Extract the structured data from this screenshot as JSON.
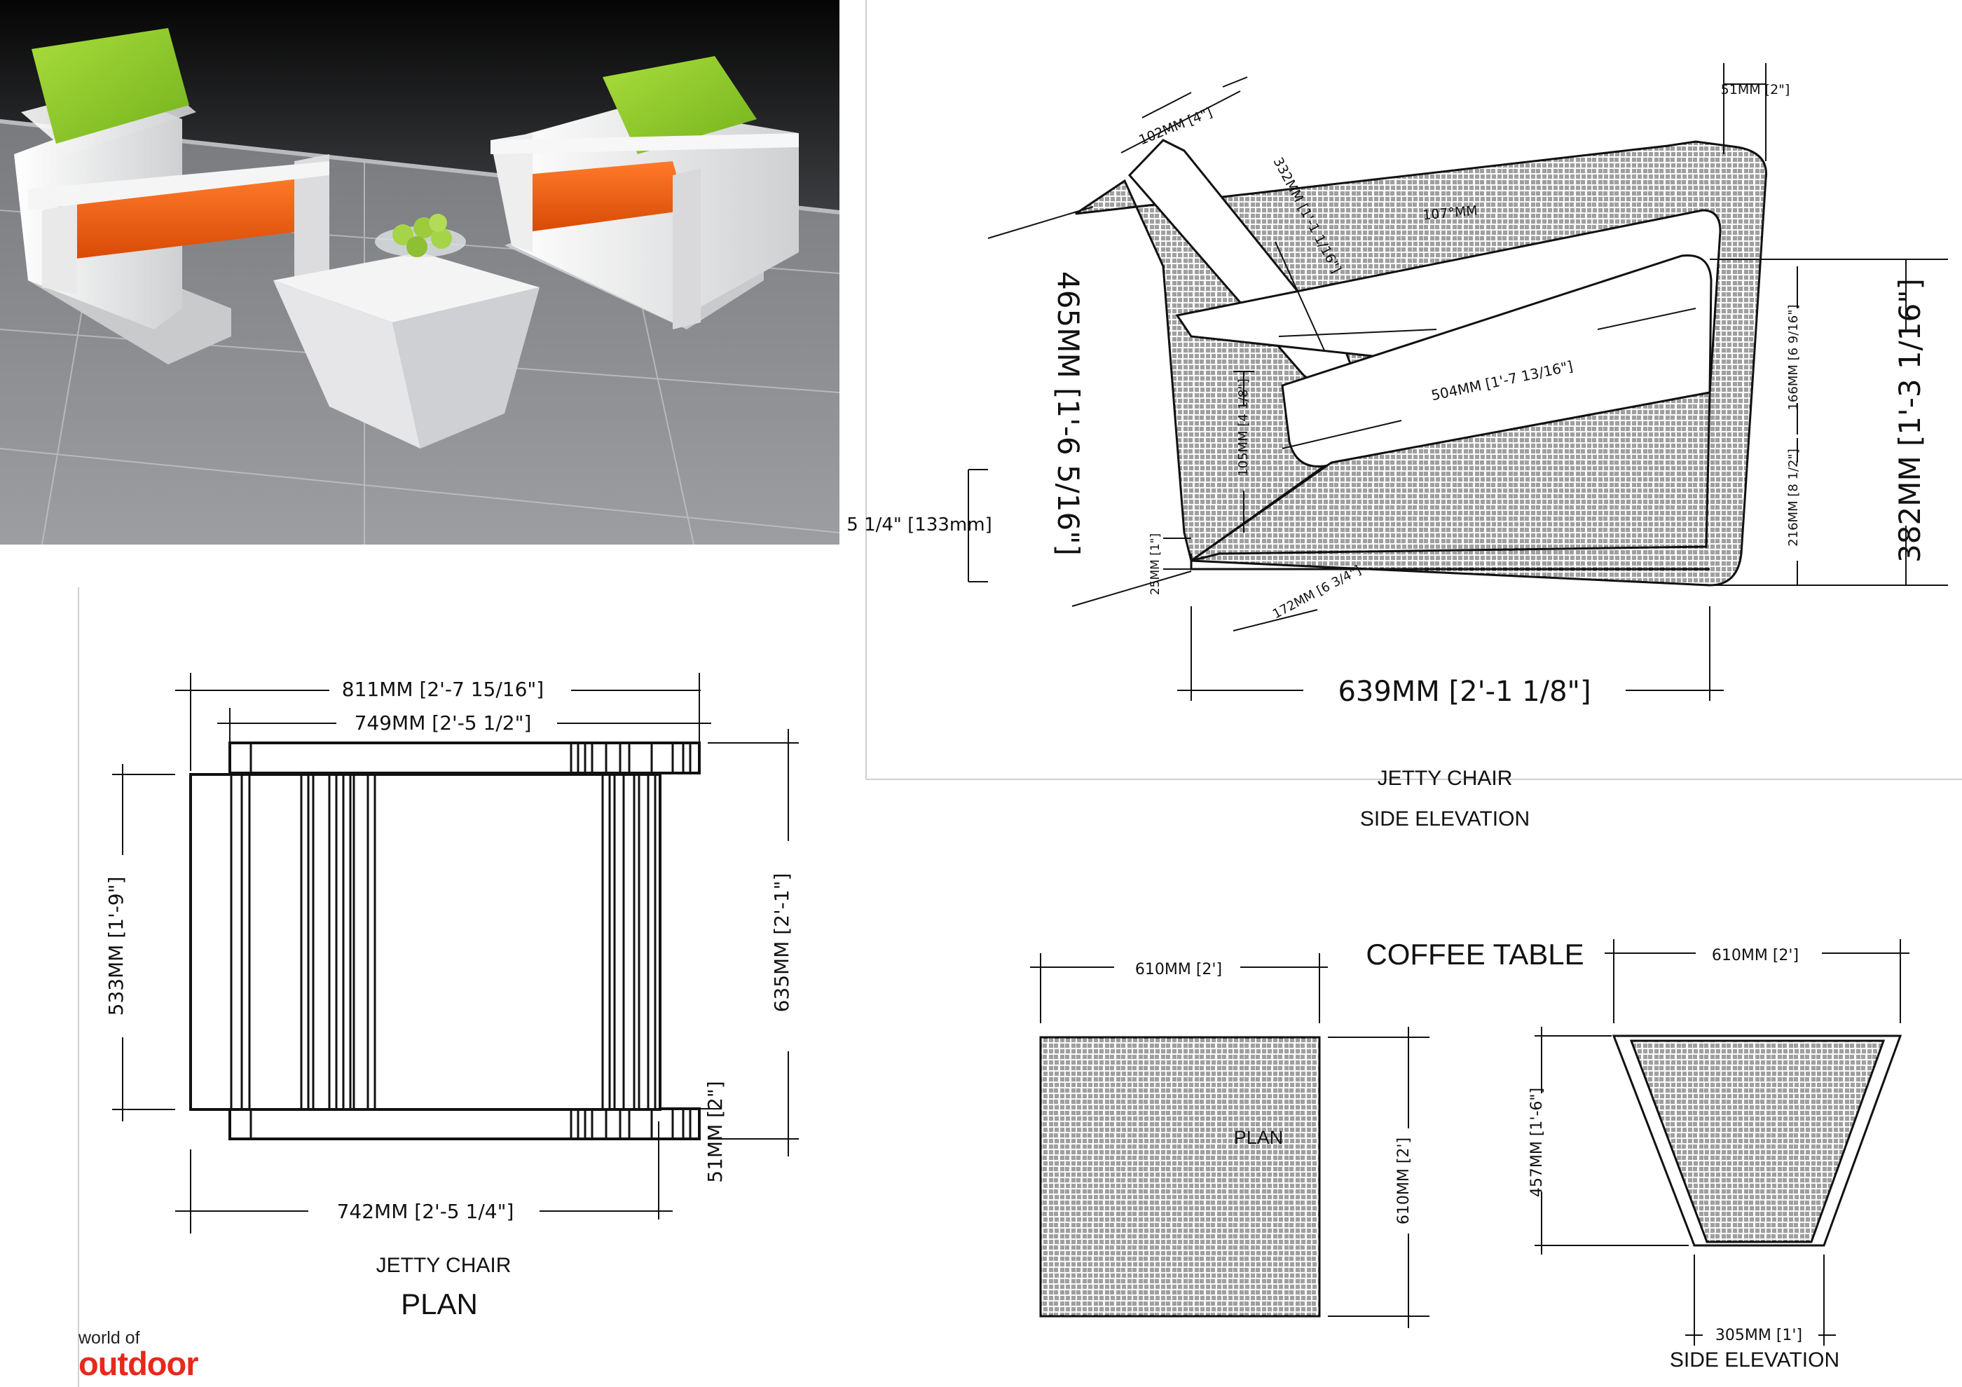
{
  "render": {
    "colors": {
      "cushion_seat": "#f25b12",
      "cushion_back": "#8fcd2a",
      "frame": "#f2f2f2",
      "floor": "#8d8f93",
      "wall": "#000000",
      "apples": "#a6d448"
    }
  },
  "side_elevation": {
    "title_line1": "JETTY CHAIR",
    "title_line2": "SIDE ELEVATION",
    "dims": {
      "d102": "102MM [4\"]",
      "d51": "51MM [2\"]",
      "d332": "332MM [1'-1 1/16\"]",
      "d107": "107°MM",
      "d465": "465MM [1'-6 5/16\"]",
      "d504": "504MM [1'-7 13/16\"]",
      "d166": "166MM [6 9/16\"]",
      "d382": "382MM [1'-3 1/16\"]",
      "d105": "105MM [4 1/8\"]",
      "d133": "5 1/4\" [133mm]",
      "d216": "216MM [8 1/2\"]",
      "d25": "25MM [1\"]",
      "d172": "172MM [6 3/4\"]",
      "d639": "639MM [2'-1 1/8\"]"
    }
  },
  "plan": {
    "title_line1": "JETTY CHAIR",
    "title_line2": "PLAN",
    "dims": {
      "d811": "811MM [2'-7 15/16\"]",
      "d749": "749MM [2'-5 1/2\"]",
      "d533": "533MM [1'-9\"]",
      "d635": "635MM [2'-1\"]",
      "d51": "51MM [2\"]",
      "d742": "742MM [2'-5 1/4\"]"
    }
  },
  "coffee_table": {
    "title": "COFFEE TABLE",
    "plan_label": "PLAN",
    "elevation_title": "SIDE ELEVATION",
    "dims": {
      "plan_width": "610MM [2']",
      "plan_depth": "610MM [2']",
      "elev_top": "610MM [2']",
      "elev_height": "457MM [1'-6\"]",
      "elev_bottom": "305MM [1']"
    }
  },
  "brand": {
    "line1": "world of",
    "line2": "outdoor",
    "color": "#e52a1c"
  }
}
